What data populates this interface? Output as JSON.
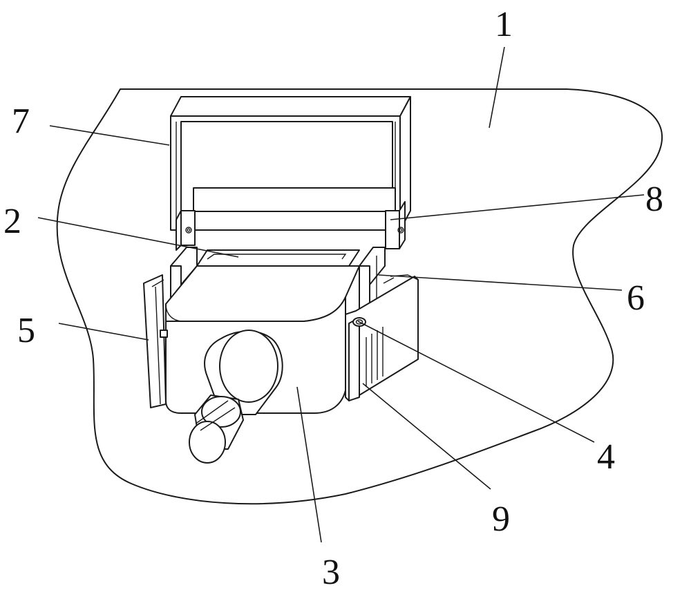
{
  "figure": {
    "callouts": [
      {
        "id": "c1",
        "label": "1",
        "part": "base-surface"
      },
      {
        "id": "c2",
        "label": "2",
        "part": "insertion-slot"
      },
      {
        "id": "c3",
        "label": "3",
        "part": "plug-body"
      },
      {
        "id": "c4",
        "label": "4",
        "part": "pivot-pin"
      },
      {
        "id": "c5",
        "label": "5",
        "part": "left-clamp-plate"
      },
      {
        "id": "c6",
        "label": "6",
        "part": "right-guide-post"
      },
      {
        "id": "c7",
        "label": "7",
        "part": "u-frame-cover"
      },
      {
        "id": "c8",
        "label": "8",
        "part": "hinge-block"
      },
      {
        "id": "c9",
        "label": "9",
        "part": "grip-ribs"
      }
    ]
  }
}
